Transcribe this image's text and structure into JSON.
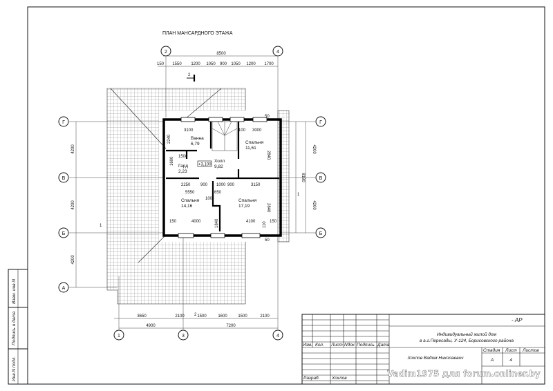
{
  "drawing": {
    "title": "ПЛАН МАНСАРДНОГО ЭТАЖА",
    "axes_top": [
      "2",
      "4"
    ],
    "axes_bottom": [
      "1",
      "3",
      "4"
    ],
    "axes_left": [
      "Г",
      "В",
      "Б",
      "А"
    ],
    "axes_right": [
      "Г",
      "В",
      "Б"
    ],
    "section_mark": "2",
    "section_mark_right": "1",
    "top_total": "8500",
    "top_dims": [
      "150",
      "1550",
      "1200",
      "1050",
      "900",
      "1050",
      "1200",
      "1700"
    ],
    "bottom_dims": [
      "3650",
      "2100",
      "1500",
      "1600",
      "1500",
      "2100"
    ],
    "bottom_totals": [
      "4900",
      "7200"
    ],
    "left_dims": [
      "4200",
      "4200",
      "4200"
    ],
    "right_dims": [
      "4200",
      "4200"
    ],
    "right_total": "8180",
    "rooms": [
      {
        "name": "Ванна",
        "area": "6,79"
      },
      {
        "name": "Спальня",
        "area": "11,61"
      },
      {
        "name": "Холл",
        "area": "9,82"
      },
      {
        "name": "Гард",
        "area": "2,23"
      },
      {
        "name": "Спальня",
        "area": "14,16"
      },
      {
        "name": "Спальня",
        "area": "17,19"
      }
    ],
    "level_mark": "+3,100",
    "inner_dims": [
      "3100",
      "3000",
      "100",
      "1500",
      "2250",
      "900",
      "1000",
      "900",
      "3150",
      "5550",
      "650",
      "4000",
      "4100",
      "150",
      "150",
      "2840",
      "2840",
      "1600",
      "1840",
      "2240",
      "100",
      "50",
      "50",
      "110"
    ]
  },
  "title_block": {
    "code": "- АР",
    "project_line1": "Индивидуальный жилой дом",
    "project_line2": "в а.г.Пересады, У-124, Борисовского района",
    "headers": [
      "Изм.",
      "Кол.",
      "Лист",
      "Nдок",
      "Подпись",
      "Дата"
    ],
    "owner": "Хохлов Вадим Николаевич",
    "stage_label": "Стадия",
    "sheet_label": "Лист",
    "sheets_label": "Листов",
    "stage": "А",
    "sheet": "4",
    "developer_label": "Разраб.",
    "developer": "Хохлов",
    "watermark": "Vadim1975 для forum.onliner.by"
  },
  "side_stamp": [
    "Взам. инв.N",
    "Подпись и дата",
    "Инв.N подл."
  ]
}
